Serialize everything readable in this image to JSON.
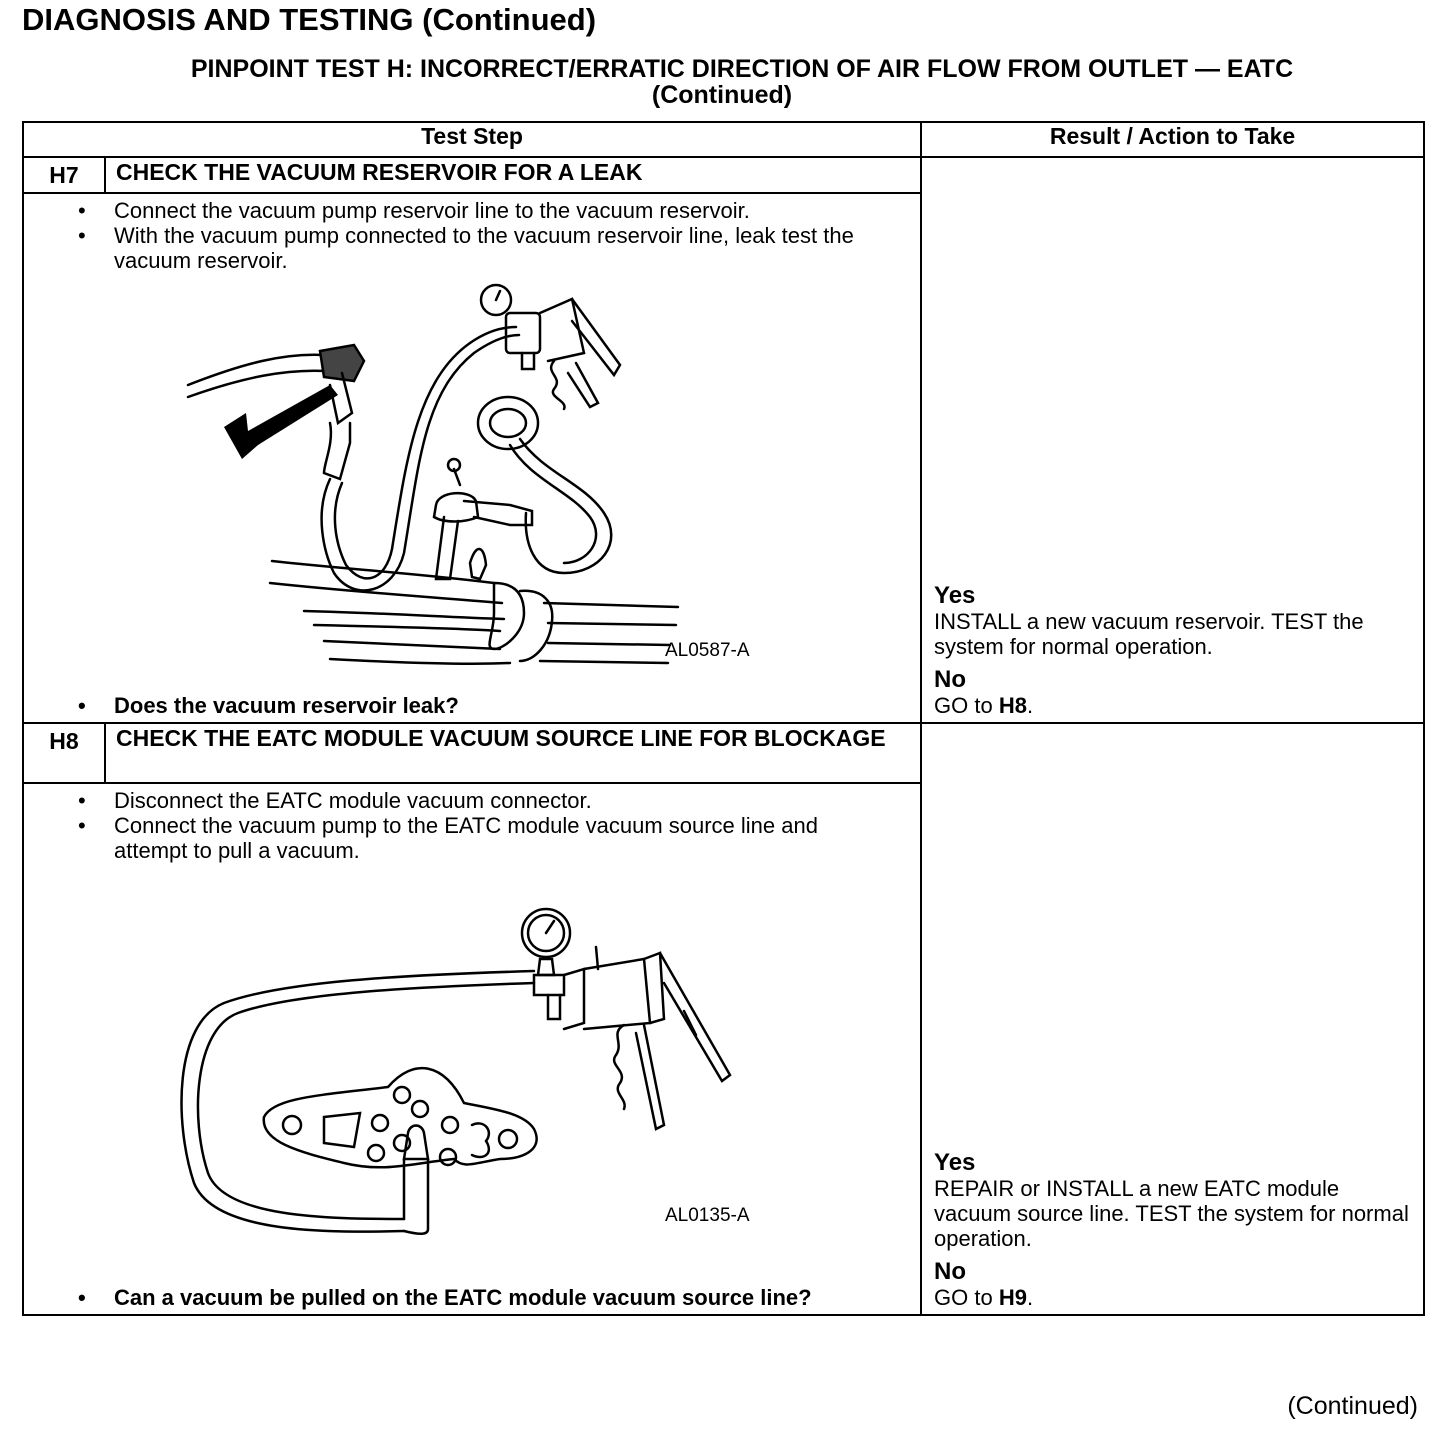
{
  "header": {
    "title": "DIAGNOSIS AND TESTING (Continued)",
    "subtitle_line1": "PINPOINT TEST H: INCORRECT/ERRATIC DIRECTION OF AIR FLOW FROM OUTLET — EATC",
    "subtitle_line2": "(Continued)"
  },
  "table": {
    "col_test_step": "Test Step",
    "col_result": "Result / Action to Take"
  },
  "steps": [
    {
      "id": "H7",
      "title": "CHECK THE VACUUM RESERVOIR FOR A LEAK",
      "bullets": [
        "Connect the vacuum pump reservoir line to the vacuum reservoir.",
        "With the vacuum pump connected to the vacuum reservoir line, leak test the vacuum reservoir."
      ],
      "figure_label": "AL0587-A",
      "question": "Does the vacuum reservoir leak?",
      "yes_label": "Yes",
      "yes_text": "INSTALL a new vacuum reservoir. TEST the system for normal operation.",
      "no_label": "No",
      "no_prefix": "GO to ",
      "no_ref": "H8",
      "no_suffix": "."
    },
    {
      "id": "H8",
      "title": " CHECK THE EATC MODULE VACUUM SOURCE LINE FOR BLOCKAGE",
      "bullets": [
        "Disconnect the EATC module vacuum connector.",
        "Connect the vacuum pump to the EATC module vacuum source line and attempt to pull a vacuum."
      ],
      "figure_label": "AL0135-A",
      "question": "Can a vacuum be pulled on the EATC module vacuum source line?",
      "yes_label": "Yes",
      "yes_text": "REPAIR or INSTALL a new EATC module vacuum source line. TEST the system for normal operation.",
      "no_label": "No",
      "no_prefix": "GO to ",
      "no_ref": "H9",
      "no_suffix": "."
    }
  ],
  "footer": {
    "continued": "(Continued)"
  }
}
